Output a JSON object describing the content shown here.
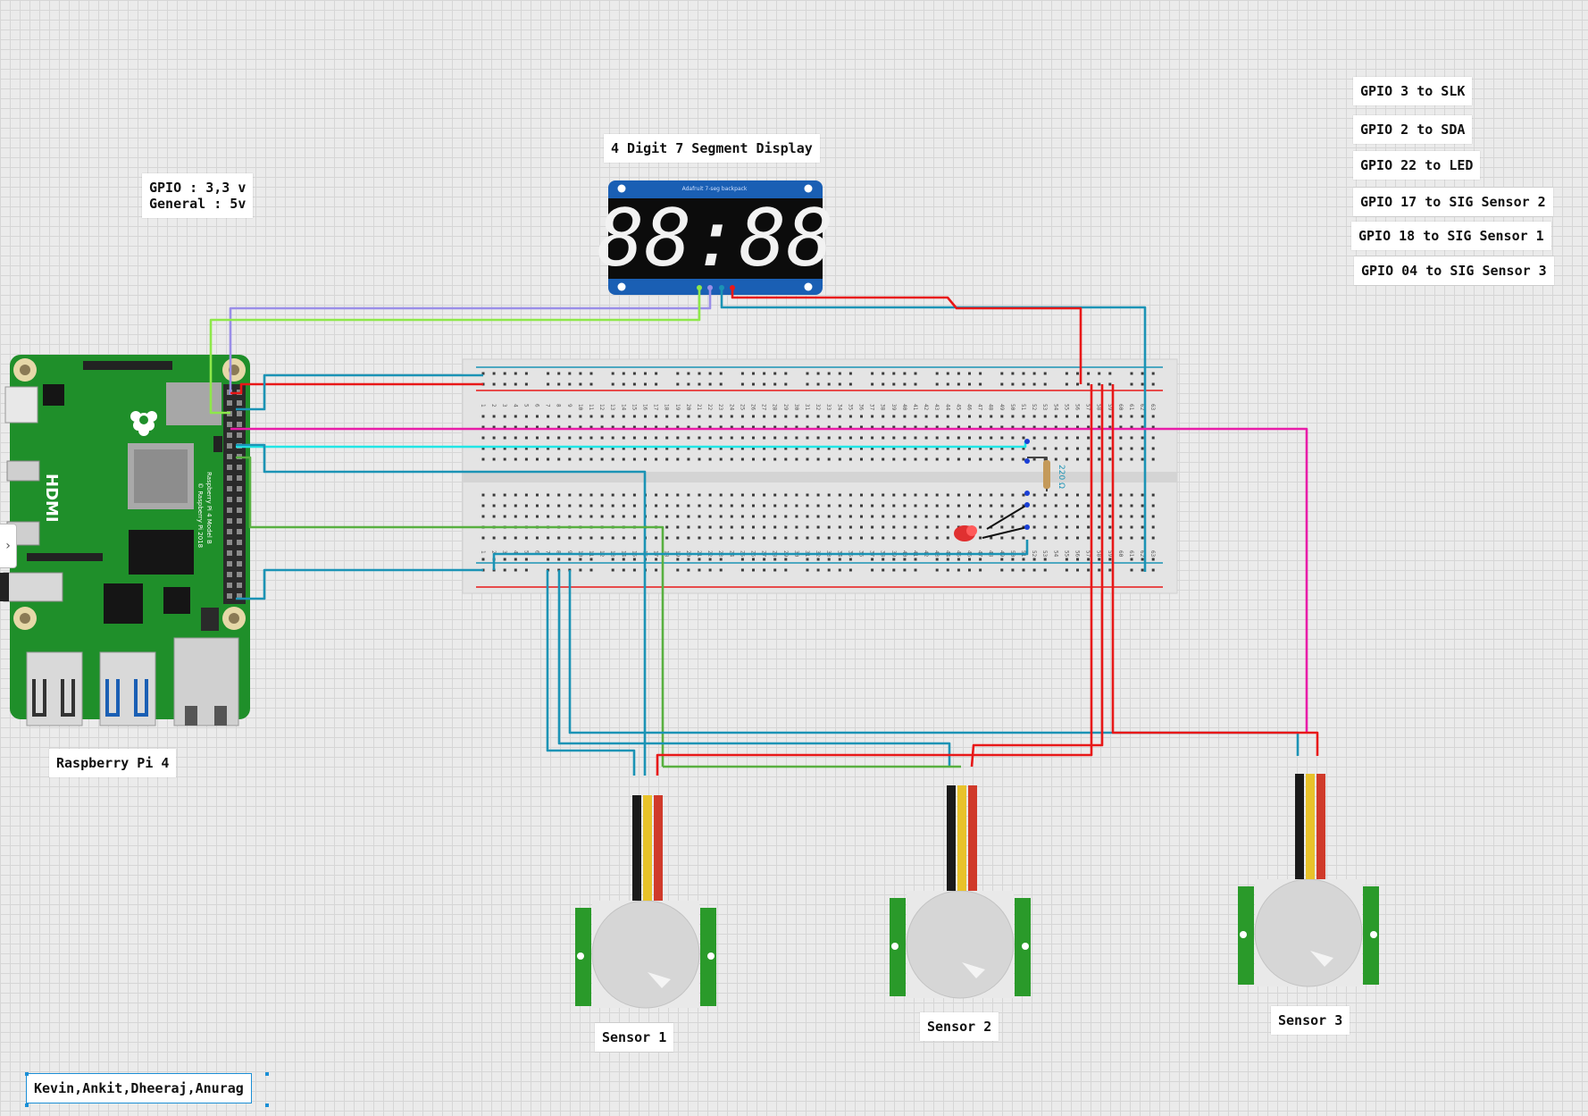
{
  "labels": {
    "display_title": "4 Digit 7 Segment Display",
    "gpio_voltage": "GPIO : 3,3 v\nGeneral : 5v",
    "gpio3": "GPIO 3 to SLK",
    "gpio2": "GPIO 2 to SDA",
    "gpio22": "GPIO 22 to LED",
    "gpio17": "GPIO 17 to SIG Sensor 2",
    "gpio18": "GPIO 18 to SIG Sensor 1",
    "gpio04": "GPIO 04 to SIG Sensor 3",
    "pi": "Raspberry Pi 4",
    "sensor1": "Sensor 1",
    "sensor2": "Sensor 2",
    "sensor3": "Sensor 3",
    "authors": "Kevin,Ankit,Dheeraj,Anurag"
  },
  "board": {
    "hdmi": "HDMI",
    "model_text": "Raspberry Pi 4 Model B",
    "copyright": "© Raspberry Pi 2018",
    "resistor": "220 Ω",
    "display_digits": "88:88"
  },
  "colors": {
    "wire_red": "#e81818",
    "wire_teal": "#1b93b5",
    "wire_magenta": "#e81ca8",
    "wire_cyan": "#21e6e6",
    "wire_purple": "#9a8ee8",
    "wire_lime": "#8ee84a",
    "wire_green": "#58b040",
    "pi_green": "#1f8f2a",
    "display_blue": "#1a5fb4",
    "selection": "#1a8fd6"
  },
  "ui": {
    "collapse_icon": "chevron-right-icon"
  }
}
